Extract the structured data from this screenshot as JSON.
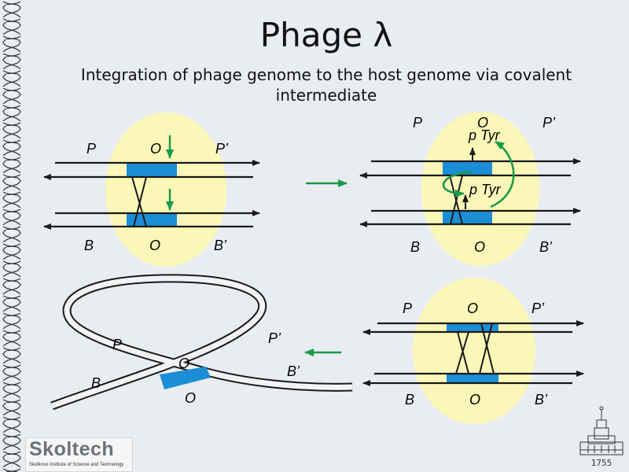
{
  "slide": {
    "title": "Phage λ",
    "subtitle": "Integration of phage genome to the host genome via covalent intermediate"
  },
  "panel1": {
    "labels": {
      "p": "P",
      "o_top": "O",
      "p_prime": "P’",
      "b": "B",
      "o_bottom": "O",
      "b_prime": "B’"
    }
  },
  "panel2": {
    "labels": {
      "p": "P",
      "o_top": "O",
      "p_prime": "P’",
      "b": "B",
      "o_bottom": "O",
      "b_prime": "B’",
      "tyr_top": "p Tyr",
      "tyr_bottom": "p Tyr"
    }
  },
  "panel3": {
    "labels": {
      "p": "P",
      "o_top": "O",
      "p_prime": "P’",
      "b": "B",
      "o_bottom": "O",
      "b_prime": "B’"
    }
  },
  "panel4": {
    "labels": {
      "p": "P",
      "p_prime": "P’",
      "o_top": "O",
      "b": "B",
      "o_bottom": "O",
      "b_prime": "B’"
    }
  },
  "logo": {
    "name": "Skoltech",
    "subtitle": "Skolkovo Institute of Science and Technology"
  },
  "seal": {
    "year": "1755"
  },
  "colors": {
    "background": "#e9edf1",
    "highlight": "#fbf7b8",
    "site": "#1b8ed6",
    "arrow_green": "#1a9a4c",
    "dna": "#1a1a1a"
  }
}
